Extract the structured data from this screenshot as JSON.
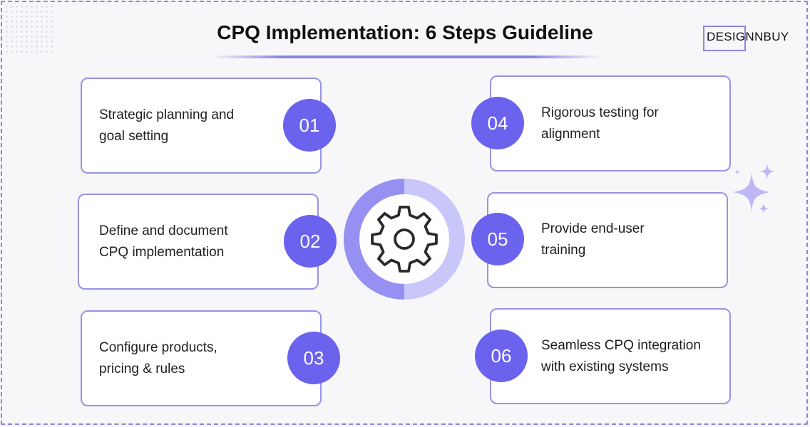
{
  "title": "CPQ Implementation: 6 Steps Guideline",
  "brand": "DESIGNNBUY",
  "colors": {
    "accent": "#6b62ee",
    "border": "#9893e4",
    "ring_left": "#9590f2",
    "ring_right": "#c9c6fa"
  },
  "center_icon": "gear-icon",
  "steps": [
    {
      "number": "01",
      "line1": "Strategic planning and",
      "line2": "goal setting"
    },
    {
      "number": "02",
      "line1": "Define and document",
      "line2": "CPQ implementation"
    },
    {
      "number": "03",
      "line1": "Configure products,",
      "line2": "pricing & rules"
    },
    {
      "number": "04",
      "line1": "Rigorous testing for",
      "line2": "alignment"
    },
    {
      "number": "05",
      "line1": "Provide end-user",
      "line2": "training"
    },
    {
      "number": "06",
      "line1": "Seamless CPQ integration",
      "line2": "with existing systems"
    }
  ]
}
